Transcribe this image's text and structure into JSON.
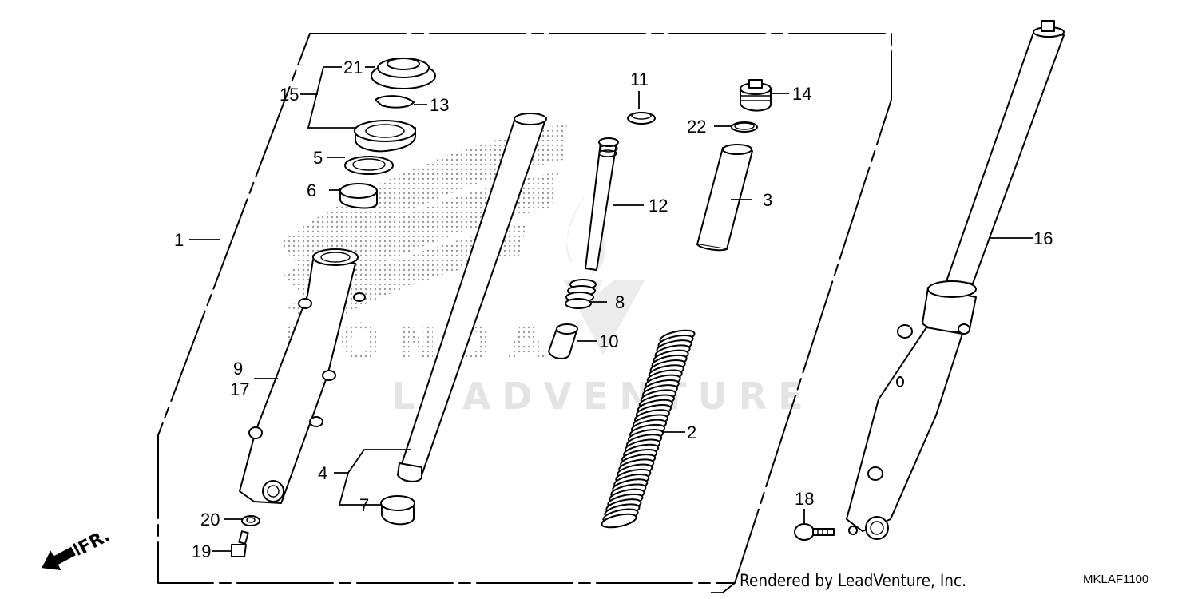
{
  "diagram": {
    "title": "Front Fork Parts Diagram",
    "watermark": "LEADVENTURE",
    "watermark_brand": "HONDA",
    "credit": "Rendered by LeadVenture, Inc.",
    "diagram_code": "MKLAF1100",
    "direction_indicator": "FR.",
    "callouts": [
      {
        "id": "c1",
        "label": "1"
      },
      {
        "id": "c2",
        "label": "2"
      },
      {
        "id": "c3",
        "label": "3"
      },
      {
        "id": "c4",
        "label": "4"
      },
      {
        "id": "c5",
        "label": "5"
      },
      {
        "id": "c6",
        "label": "6"
      },
      {
        "id": "c7",
        "label": "7"
      },
      {
        "id": "c8",
        "label": "8"
      },
      {
        "id": "c9",
        "label": "9"
      },
      {
        "id": "c10",
        "label": "10"
      },
      {
        "id": "c11",
        "label": "11"
      },
      {
        "id": "c12",
        "label": "12"
      },
      {
        "id": "c13",
        "label": "13"
      },
      {
        "id": "c14",
        "label": "14"
      },
      {
        "id": "c15",
        "label": "15"
      },
      {
        "id": "c16",
        "label": "16"
      },
      {
        "id": "c17",
        "label": "17"
      },
      {
        "id": "c18",
        "label": "18"
      },
      {
        "id": "c19",
        "label": "19"
      },
      {
        "id": "c20",
        "label": "20"
      },
      {
        "id": "c21",
        "label": "21"
      },
      {
        "id": "c22",
        "label": "22"
      }
    ],
    "colors": {
      "line": "#000000",
      "watermark": "#e4e4e4",
      "halftone": "#bdbdbd",
      "background": "#ffffff"
    }
  }
}
